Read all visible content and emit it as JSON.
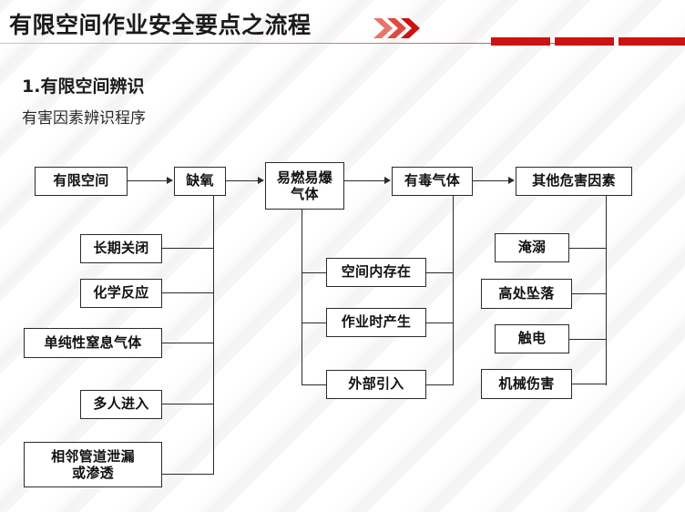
{
  "header": {
    "title": "有限空间作业安全要点之流程",
    "chevron_icon": "double-chevron-right-icon",
    "accent_color": "#cc1212",
    "rule_color": "#c05050",
    "blocks": 3
  },
  "section": {
    "number_title": "1.有限空间辨识",
    "subtitle": "有害因素辨识程序"
  },
  "flowchart": {
    "top_row": [
      {
        "id": "confined-space",
        "label": "有限空间"
      },
      {
        "id": "oxygen-deficiency",
        "label": "缺氧"
      },
      {
        "id": "flammable-explosive-gas",
        "label": "易燃易爆\n气体",
        "line1": "易燃易爆",
        "line2": "气体"
      },
      {
        "id": "toxic-gas",
        "label": "有毒气体"
      },
      {
        "id": "other-hazard-factors",
        "label": "其他危害因素"
      }
    ],
    "left_branch": {
      "parent": "缺氧",
      "items": [
        {
          "id": "long-term-closed",
          "label": "长期关闭"
        },
        {
          "id": "chemical-reaction",
          "label": "化学反应"
        },
        {
          "id": "simple-asphyxiant-gas",
          "label": "单纯性窒息气体"
        },
        {
          "id": "multiple-people-entry",
          "label": "多人进入"
        },
        {
          "id": "adjacent-pipeline-leak",
          "label": "相邻管道泄漏\n或渗透",
          "line1": "相邻管道泄漏",
          "line2": "或渗透"
        }
      ]
    },
    "middle_branch": {
      "parents": [
        "易燃易爆气体",
        "有毒气体"
      ],
      "items": [
        {
          "id": "exists-in-space",
          "label": "空间内存在"
        },
        {
          "id": "generated-during-work",
          "label": "作业时产生"
        },
        {
          "id": "introduced-externally",
          "label": "外部引入"
        }
      ]
    },
    "right_branch": {
      "parent": "其他危害因素",
      "items": [
        {
          "id": "drowning",
          "label": "淹溺"
        },
        {
          "id": "fall-from-height",
          "label": "高处坠落"
        },
        {
          "id": "electric-shock",
          "label": "触电"
        },
        {
          "id": "mechanical-injury",
          "label": "机械伤害"
        }
      ]
    }
  }
}
